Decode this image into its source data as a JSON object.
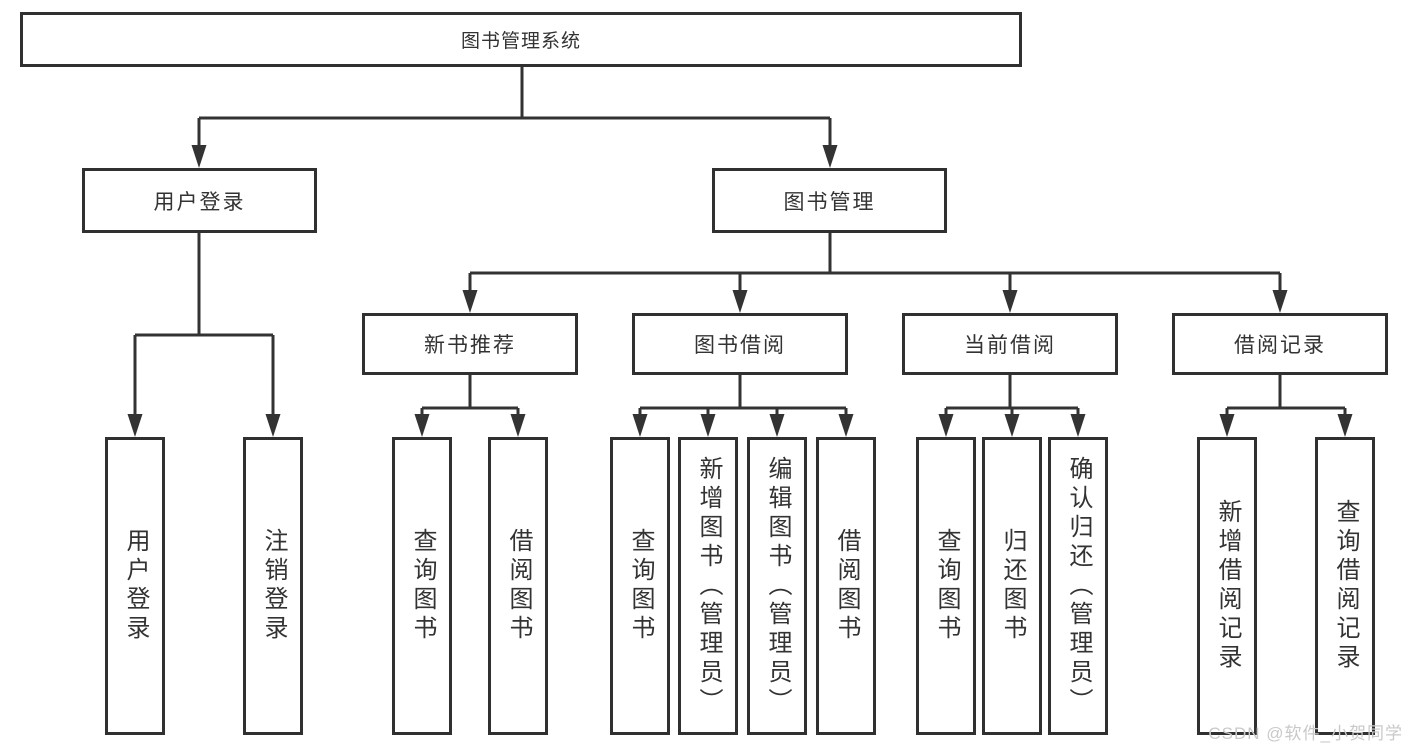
{
  "tree": {
    "root": {
      "label": "图书管理系统",
      "children": [
        {
          "label": "用户登录",
          "children": [
            {
              "label": "用户登录"
            },
            {
              "label": "注销登录"
            }
          ]
        },
        {
          "label": "图书管理",
          "children": [
            {
              "label": "新书推荐",
              "children": [
                {
                  "label": "查询图书"
                },
                {
                  "label": "借阅图书"
                }
              ]
            },
            {
              "label": "图书借阅",
              "children": [
                {
                  "label": "查询图书"
                },
                {
                  "label": "新增图书（管理员）"
                },
                {
                  "label": "编辑图书（管理员）"
                },
                {
                  "label": "借阅图书"
                }
              ]
            },
            {
              "label": "当前借阅",
              "children": [
                {
                  "label": "查询图书"
                },
                {
                  "label": "归还图书"
                },
                {
                  "label": "确认归还（管理员）"
                }
              ]
            },
            {
              "label": "借阅记录",
              "children": [
                {
                  "label": "新增借阅记录"
                },
                {
                  "label": "查询借阅记录"
                }
              ]
            }
          ]
        }
      ]
    }
  },
  "watermark": {
    "text": "CSDN @软件_小贺同学"
  },
  "colors": {
    "box_border": "#303030",
    "connector_line": "#333333",
    "text": "#333333",
    "watermark": "#c9c9c9",
    "background": "#ffffff"
  }
}
